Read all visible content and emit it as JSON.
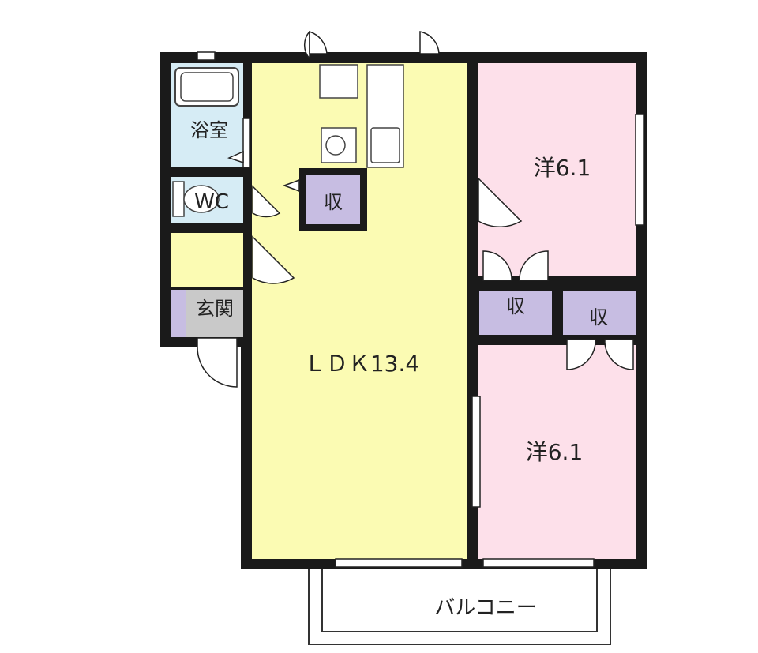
{
  "rooms": {
    "ldk": "ＬＤＫ13.4",
    "western_room_upper": "洋6.1",
    "western_room_lower": "洋6.1",
    "bathroom": "浴室",
    "toilet": "WC",
    "entrance": "玄関",
    "closet_kitchen": "収",
    "closet_middle_left": "収",
    "closet_middle_right": "収",
    "balcony": "バルコニー"
  },
  "colors": {
    "ldk": "#fbfbb3",
    "western_room": "#fde0ea",
    "wet_area": "#d6ecf5",
    "closet": "#c7bde2",
    "entrance": "#c9c9c9",
    "wall": "#1a1a1a"
  }
}
